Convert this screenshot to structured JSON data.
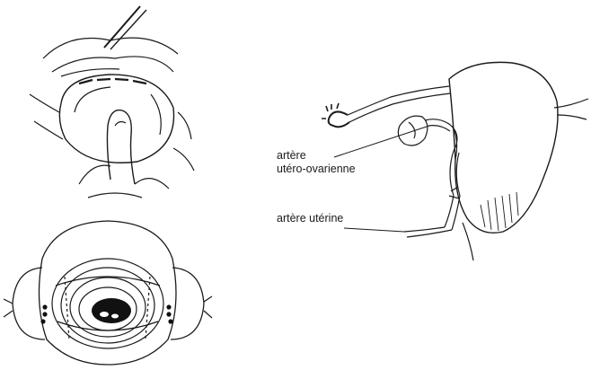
{
  "labels": {
    "utero_ovarian_line1": "artère",
    "utero_ovarian_line2": "utéro-ovarienne",
    "uterine": "artère utérine"
  },
  "colors": {
    "ink": "#1a1a1a",
    "paper": "#ffffff"
  }
}
